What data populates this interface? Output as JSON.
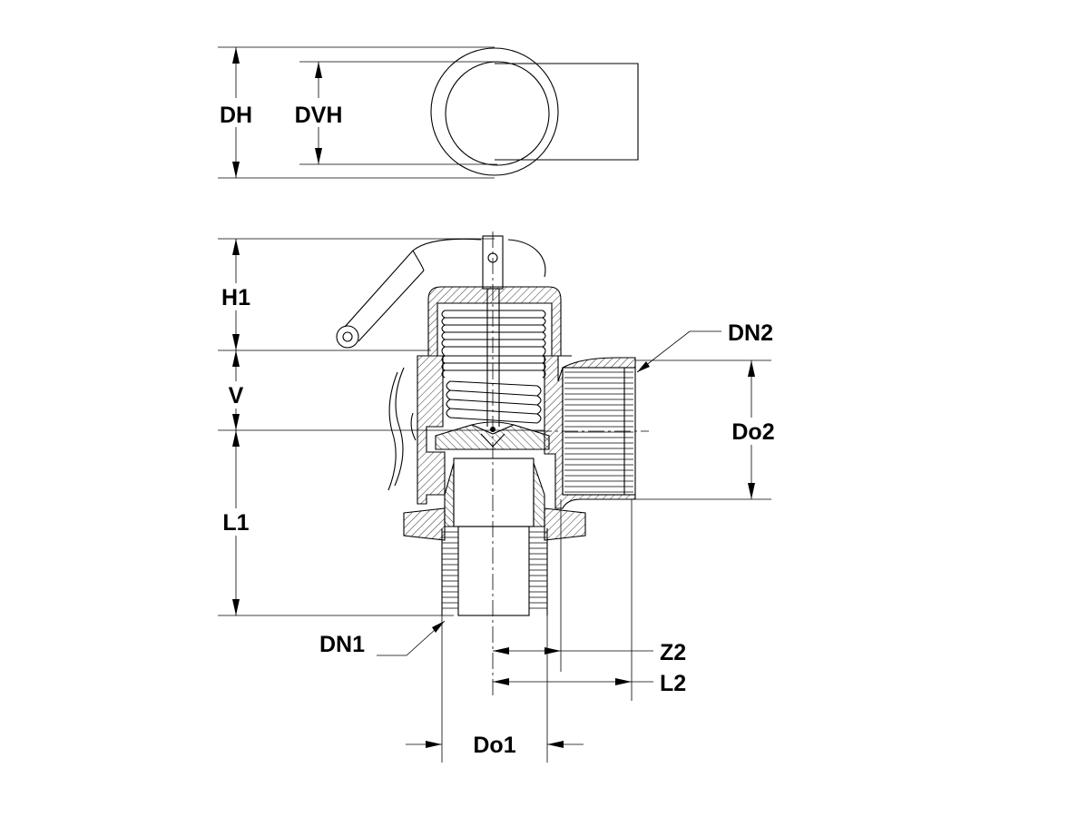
{
  "drawing": {
    "top_view": {
      "labels": {
        "dh": "DH",
        "dvh": "DVH"
      }
    },
    "section_view": {
      "labels": {
        "h1": "H1",
        "v": "V",
        "l1": "L1",
        "dn1": "DN1",
        "dn2": "DN2",
        "do2": "Do2",
        "z2": "Z2",
        "l2": "L2",
        "do1": "Do1"
      }
    }
  }
}
